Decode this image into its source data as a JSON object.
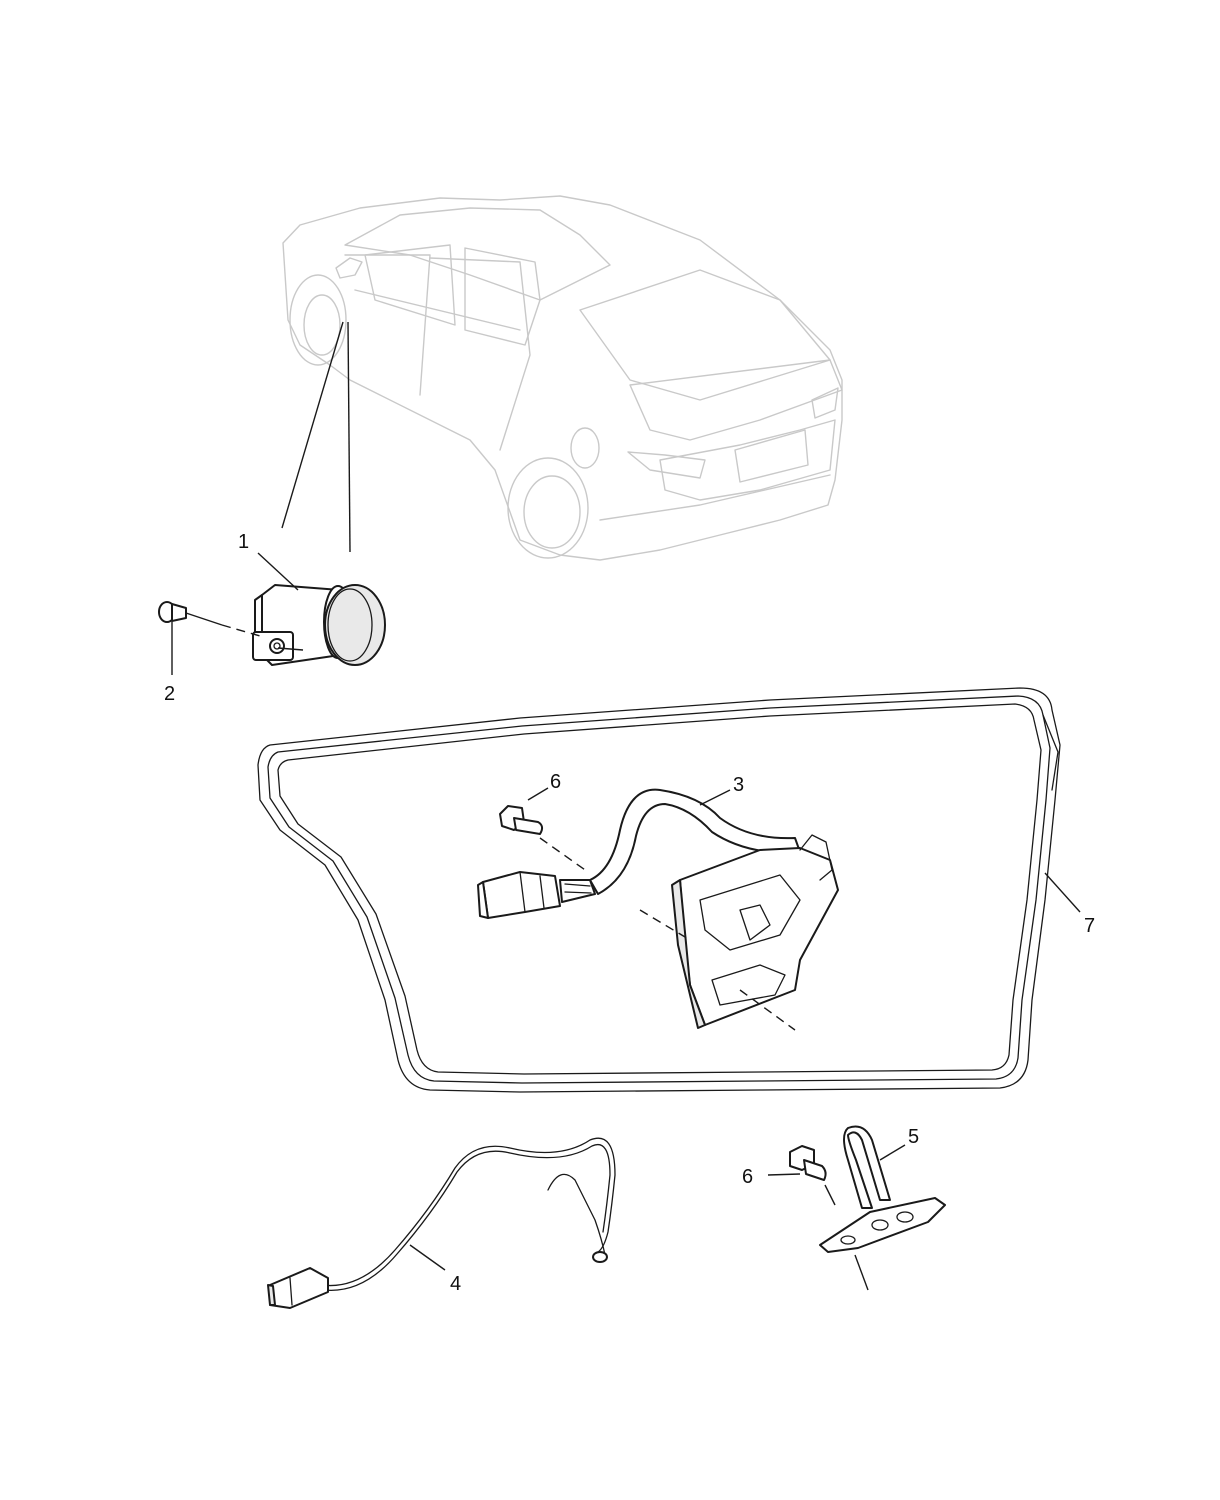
{
  "callouts": {
    "c1": "1",
    "c2": "2",
    "c3": "3",
    "c4": "4",
    "c5": "5",
    "c6a": "6",
    "c6b": "6",
    "c7": "7"
  },
  "colors": {
    "line": "#1a1a1a",
    "car_outline": "#c9c9c9",
    "background": "#ffffff"
  }
}
